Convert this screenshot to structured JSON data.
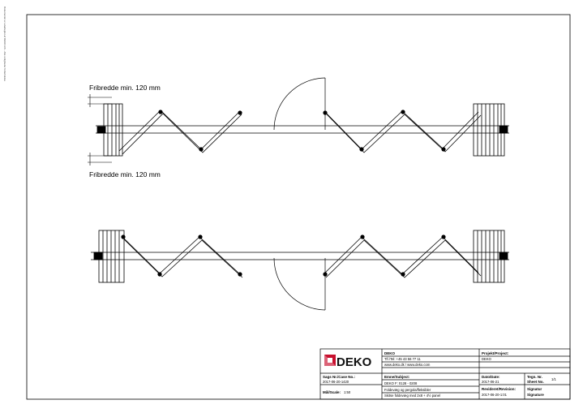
{
  "drawing": {
    "annotation_top": "Fribredde min. 120 mm",
    "annotation_bottom": "Fribredde min. 120 mm",
    "side_note": "Dokumentet er udarbejdet af DEKO A/S - Alle rettigheder forbeholdes"
  },
  "title_block": {
    "logo_text": "DEKO",
    "company": {
      "name": "DEKO",
      "phone": "Tlf./Tel: +45 43 56 77 11",
      "web": "www.deko.dk / www.deko.com"
    },
    "project": {
      "label": "Projekt/Project:",
      "value": "DEKO"
    },
    "case_no": {
      "label": "Sags Nr./Case No.:",
      "value": "2017-06-20-1420"
    },
    "subject": {
      "label": "Emne/Subject:",
      "value": "DEKO F: 0128 - 0208"
    },
    "subject_lines": [
      "Foldevæg og pergola/fleksibler",
      "Skitse foldevæg med 2x8 + 4½ panel"
    ],
    "date": {
      "label": "Dato/Date:",
      "value": "2017-06-21"
    },
    "sheet": {
      "label": "Tegn. Nr./Sheet No.:",
      "label_1": "Tegn. Nr.",
      "label_2": "Sheet No.",
      "value": "1/1"
    },
    "scale": {
      "label": "Mål/Scale:",
      "value": "1:50"
    },
    "revision": {
      "label": "Revideret/Revision:",
      "value": "2017-06-20-1:01"
    },
    "signature": {
      "label_1": "Signatur",
      "label_2": "Signature"
    }
  }
}
